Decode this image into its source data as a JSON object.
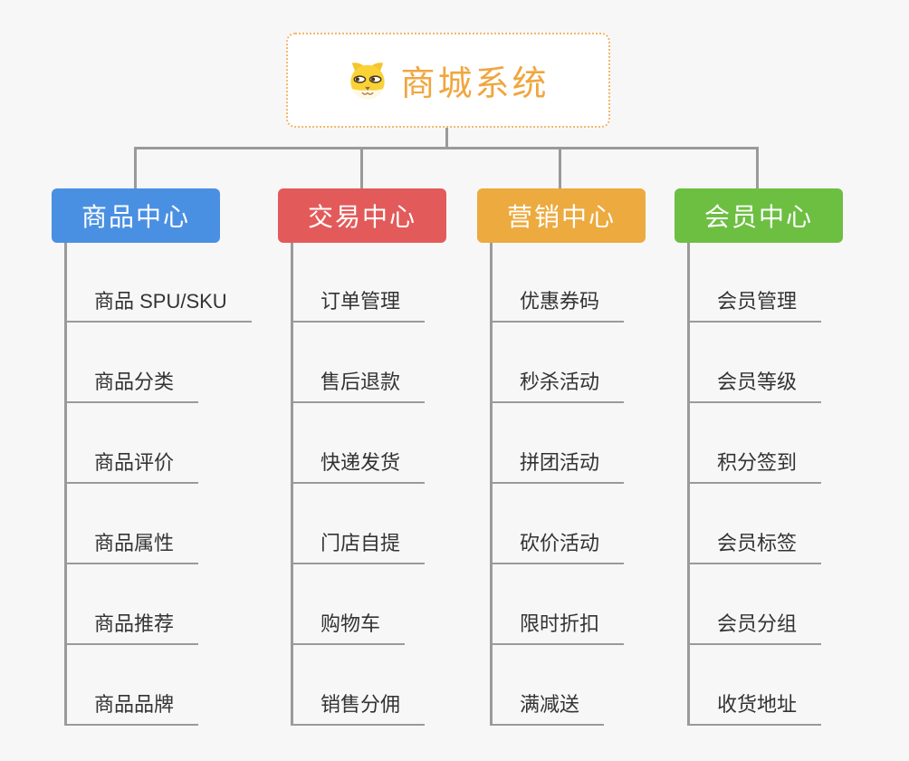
{
  "root": {
    "title": "商城系统",
    "icon": "dog-face-icon",
    "accent_color": "#f0a63f",
    "border_color": "#f3b66b",
    "background": "#ffffff"
  },
  "diagram": {
    "type": "mindmap-org-chart",
    "connector_color": "#9a9a9a",
    "background_color": "#f7f7f7",
    "leaf_text_color": "#333333"
  },
  "branches": [
    {
      "label": "商品中心",
      "color": "#4a90e2",
      "items": [
        "商品 SPU/SKU",
        "商品分类",
        "商品评价",
        "商品属性",
        "商品推荐",
        "商品品牌"
      ]
    },
    {
      "label": "交易中心",
      "color": "#e35a5a",
      "items": [
        "订单管理",
        "售后退款",
        "快递发货",
        "门店自提",
        "购物车",
        "销售分佣"
      ]
    },
    {
      "label": "营销中心",
      "color": "#ecaa3f",
      "items": [
        "优惠券码",
        "秒杀活动",
        "拼团活动",
        "砍价活动",
        "限时折扣",
        "满减送"
      ]
    },
    {
      "label": "会员中心",
      "color": "#6dbf42",
      "items": [
        "会员管理",
        "会员等级",
        "积分签到",
        "会员标签",
        "会员分组",
        "收货地址"
      ]
    }
  ]
}
